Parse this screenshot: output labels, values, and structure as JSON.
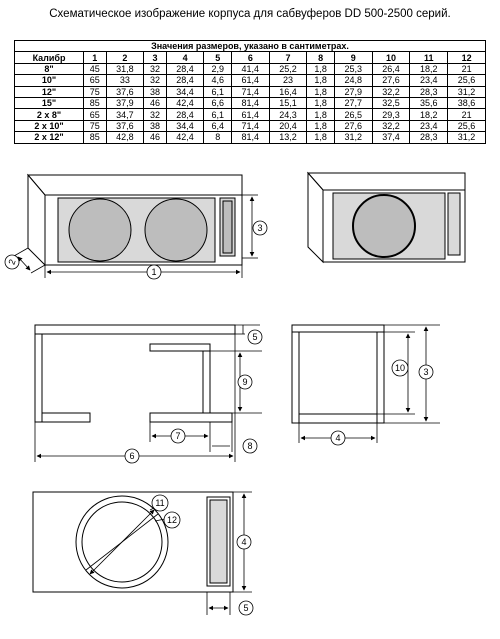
{
  "title": "Схематическое изображение корпуса для сабвуферов DD 500-2500 серий.",
  "table": {
    "caption": "Значения размеров, указано в сантиметрах.",
    "headers": [
      "Калибр",
      "1",
      "2",
      "3",
      "4",
      "5",
      "6",
      "7",
      "8",
      "9",
      "10",
      "11",
      "12"
    ],
    "rows": [
      [
        "8\"",
        "45",
        "31,8",
        "32",
        "28,4",
        "2,9",
        "41,4",
        "25,2",
        "1,8",
        "25,3",
        "26,4",
        "18,2",
        "21"
      ],
      [
        "10\"",
        "65",
        "33",
        "32",
        "28,4",
        "4,6",
        "61,4",
        "23",
        "1,8",
        "24,8",
        "27,6",
        "23,4",
        "25,6"
      ],
      [
        "12\"",
        "75",
        "37,6",
        "38",
        "34,4",
        "6,1",
        "71,4",
        "16,4",
        "1,8",
        "27,9",
        "32,2",
        "28,3",
        "31,2"
      ],
      [
        "15\"",
        "85",
        "37,9",
        "46",
        "42,4",
        "6,6",
        "81,4",
        "15,1",
        "1,8",
        "27,7",
        "32,5",
        "35,6",
        "38,6"
      ],
      [
        "2 x 8\"",
        "65",
        "34,7",
        "32",
        "28,4",
        "6,1",
        "61,4",
        "24,3",
        "1,8",
        "26,5",
        "29,3",
        "18,2",
        "21"
      ],
      [
        "2 x 10\"",
        "75",
        "37,6",
        "38",
        "34,4",
        "6,4",
        "71,4",
        "20,4",
        "1,8",
        "27,6",
        "32,2",
        "23,4",
        "25,6"
      ],
      [
        "2 x 12\"",
        "85",
        "42,8",
        "46",
        "42,4",
        "8",
        "81,4",
        "13,2",
        "1,8",
        "31,2",
        "37,4",
        "28,3",
        "31,2"
      ]
    ]
  },
  "callouts": [
    "1",
    "2",
    "3",
    "4",
    "5",
    "6",
    "7",
    "8",
    "9",
    "10",
    "11",
    "12"
  ],
  "colors": {
    "panel_gray": "#d9d9d9",
    "line": "#000000",
    "speaker_gray": "#bdbdbd"
  }
}
